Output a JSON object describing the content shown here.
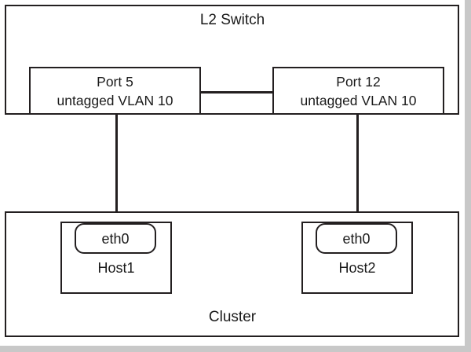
{
  "diagram": {
    "title": "L2 Switch",
    "cluster_title": "Cluster",
    "switch": {
      "label": "L2 Switch",
      "ports": [
        {
          "name": "Port 5",
          "vlan": "untagged VLAN 10"
        },
        {
          "name": "Port 12",
          "vlan": "untagged VLAN 10"
        }
      ]
    },
    "cluster": {
      "label": "Cluster",
      "hosts": [
        {
          "name": "Host1",
          "interface": "eth0"
        },
        {
          "name": "Host2",
          "interface": "eth0"
        }
      ]
    },
    "links": [
      {
        "from": "Port 5",
        "to": "Port 12"
      },
      {
        "from": "Port 5",
        "to": "Host1 eth0"
      },
      {
        "from": "Port 12",
        "to": "Host2 eth0"
      }
    ],
    "colors": {
      "stroke": "#231f20",
      "fill": "#ffffff",
      "page_background": "#ffffff",
      "frame": "#c8c8c8"
    }
  }
}
